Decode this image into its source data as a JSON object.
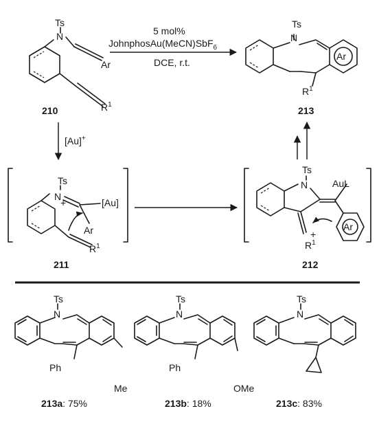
{
  "scheme": {
    "reagents": {
      "catalyst_amount": "5 mol%",
      "catalyst_main": "JohnphosAu(MeCN)SbF",
      "catalyst_sub": "6",
      "solvent": "DCE, r.t."
    },
    "gold_step": {
      "label": "[Au]",
      "sup": "+"
    },
    "compound_210": {
      "number": "210",
      "ts": "Ts",
      "n": "N",
      "ar": "Ar",
      "r": "R",
      "r_sup": "1"
    },
    "compound_213": {
      "number": "213",
      "ts": "Ts",
      "n": "N",
      "ar": "Ar",
      "r": "R",
      "r_sup": "1"
    },
    "intermediate_211": {
      "number": "211",
      "ts": "Ts",
      "n": "N",
      "plus": "+",
      "au": "[Au]",
      "ar": "Ar",
      "r": "R",
      "r_sup": "1"
    },
    "intermediate_212": {
      "number": "212",
      "ts": "Ts",
      "n": "N",
      "aul": "AuL",
      "ar": "Ar",
      "plus": "+",
      "r": "R",
      "r_sup": "1"
    }
  },
  "products": [
    {
      "code": "213a",
      "yield": ": 75%",
      "ts": "Ts",
      "n": "N",
      "sub1": "Ph",
      "sub2": "Me"
    },
    {
      "code": "213b",
      "yield": ": 18%",
      "ts": "Ts",
      "n": "N",
      "sub1": "Ph",
      "sub2": "OMe"
    },
    {
      "code": "213c",
      "yield": ": 83%",
      "ts": "Ts",
      "n": "N"
    }
  ]
}
